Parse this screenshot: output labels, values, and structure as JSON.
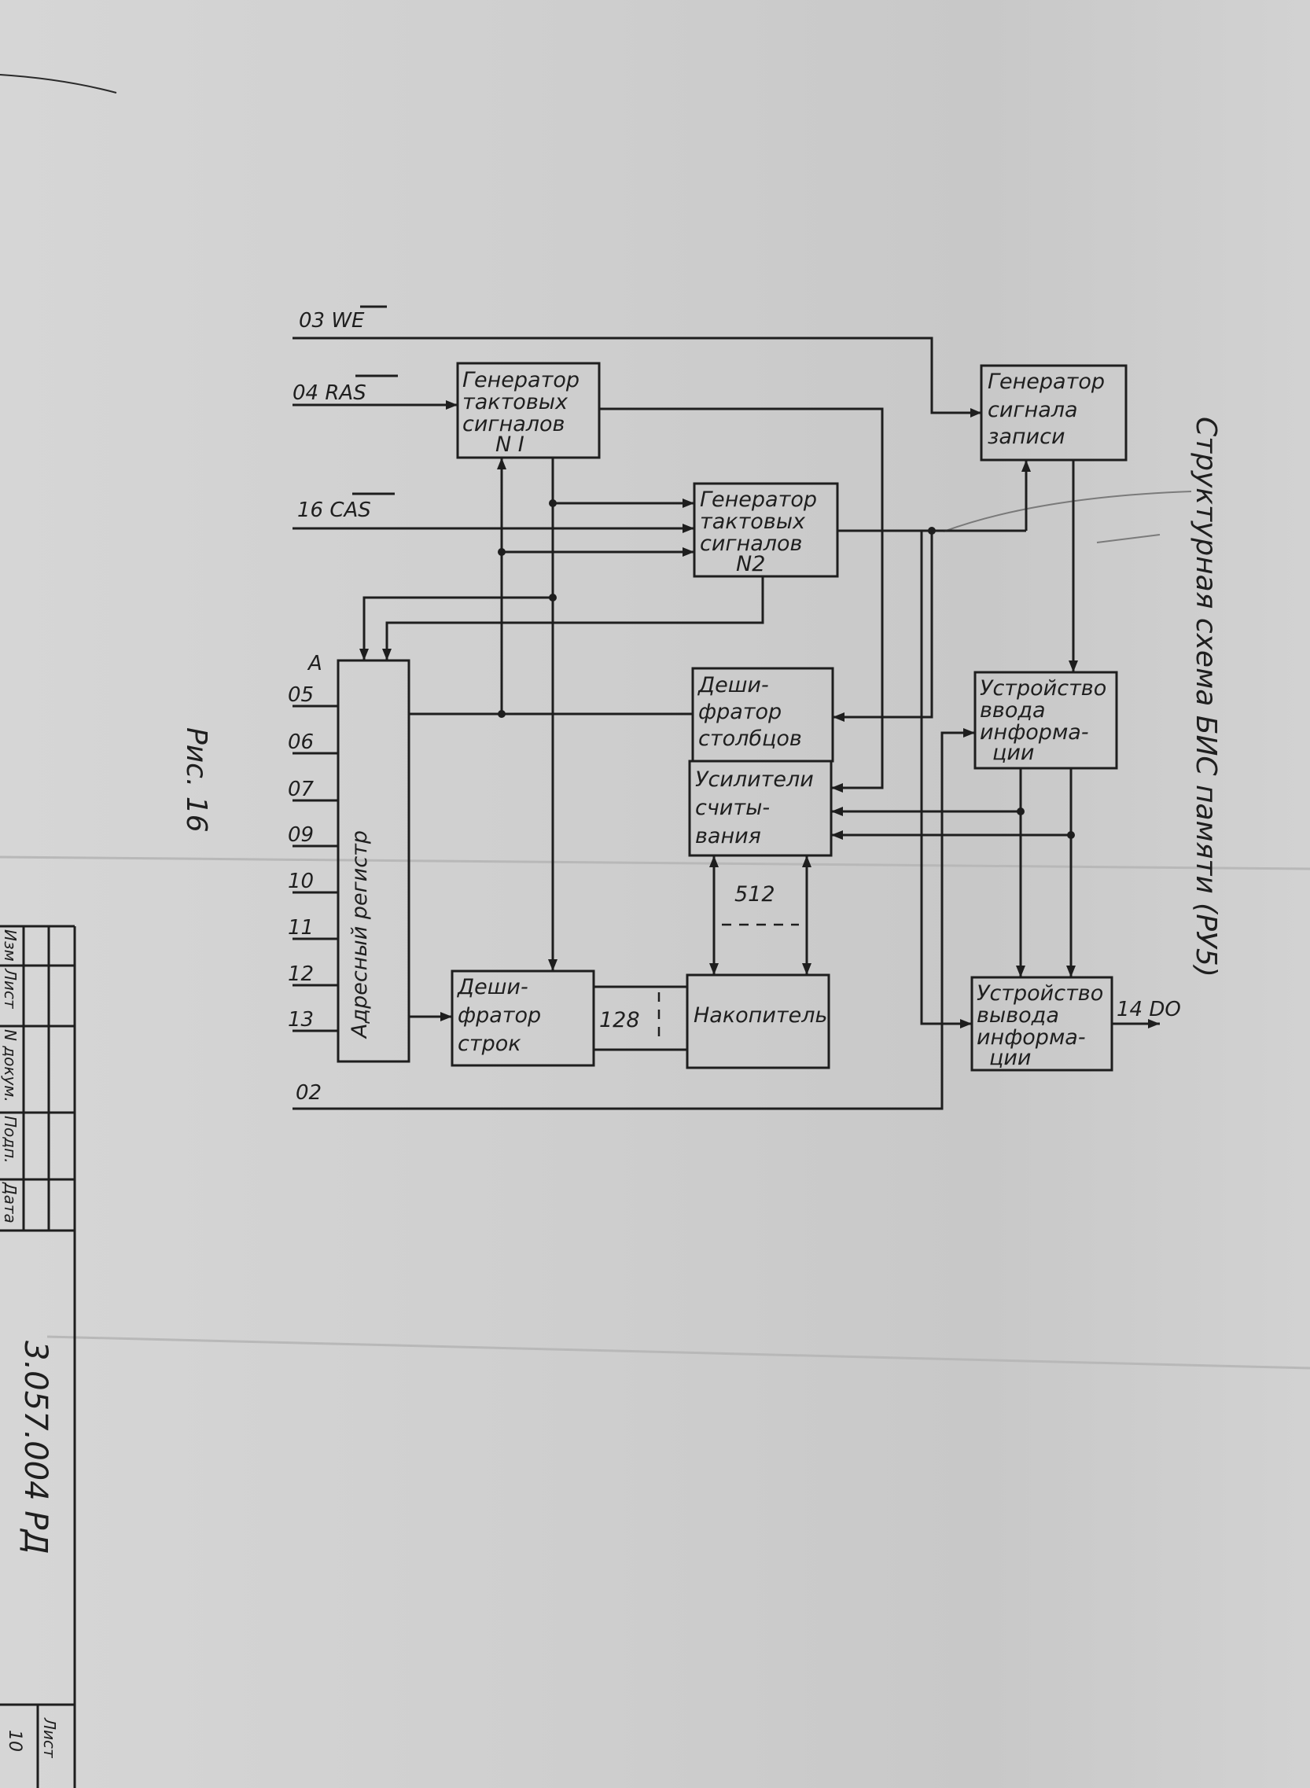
{
  "title": "Структурная схема БИС памяти (РУ5)",
  "figure_caption": "Рис. 16",
  "signals": {
    "we": "03 WE",
    "ras": "04 RAS",
    "cas": "16 CAS",
    "addr_group": "A",
    "addr_pins": [
      "05",
      "06",
      "07",
      "09",
      "10",
      "11",
      "12",
      "13"
    ],
    "d_in": "02",
    "d_out": "14 DO"
  },
  "blocks": {
    "gen1": [
      "Генератор",
      "тактовых",
      "сигналов",
      "N I"
    ],
    "gen2": [
      "Генератор",
      "тактовых",
      "сигналов",
      "N2"
    ],
    "write_gen": [
      "Генератор",
      "сигнала",
      "записи"
    ],
    "addr_reg": "Адресный регистр",
    "col_dec": [
      "Деши-",
      "фратор",
      "столбцов"
    ],
    "sense_amp": [
      "Усилители",
      "считы-",
      "вания"
    ],
    "input_dev": [
      "Устройство",
      "ввода",
      "информа-",
      "ции"
    ],
    "row_dec": [
      "Деши-",
      "фратор",
      "строк"
    ],
    "storage": "Накопитель",
    "output_dev": [
      "Устройство",
      "вывода",
      "информа-",
      "ции"
    ]
  },
  "bus_labels": {
    "cols": "512",
    "rows": "128"
  },
  "stamp": {
    "headers": [
      "Изм",
      "Лист",
      "N докум.",
      "Подп.",
      "Дата"
    ],
    "doc_number": "3.057.004 РД",
    "sheet_label": "Лист",
    "sheet_number": "10"
  }
}
